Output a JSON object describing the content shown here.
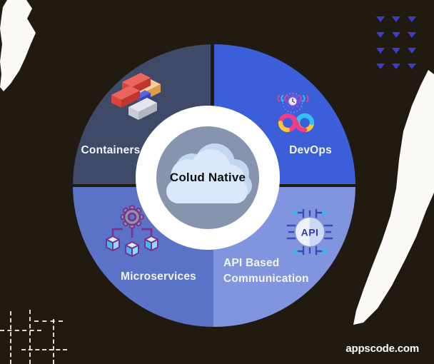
{
  "diagram": {
    "title": "Cloud Native wheel diagram",
    "hub": {
      "label": "Colud Native",
      "icon": "cloud-icon"
    },
    "quadrants": [
      {
        "id": "containers",
        "label": "Containers",
        "color": "#3e4a68",
        "icon": "shipping-containers-icon"
      },
      {
        "id": "devops",
        "label": "DevOps",
        "color": "#3a5fd8",
        "icon": "devops-infinity-gear-icon"
      },
      {
        "id": "microservices",
        "label": "Microservices",
        "color": "#5b73c6",
        "icon": "gear-cubes-network-icon"
      },
      {
        "id": "api",
        "label": "API Based Communication",
        "label_line1": "API Based",
        "label_line2": "Communication",
        "color": "#8195de",
        "icon": "api-chip-circuit-icon"
      }
    ],
    "api_icon_text": "API"
  },
  "footer": {
    "website": "appscode.com"
  },
  "colors": {
    "background": "#201a11",
    "hub_ring": "#ffffff",
    "hub_inner": "#8794ae",
    "cloud_front": "#dbe7fa",
    "cloud_back": "#c3d6f2",
    "label_text": "#f2f4fa",
    "center_text": "#0e0e10",
    "triangle_accent": "#3c3ccb",
    "torn_paper": "#fbfaf6",
    "dashed_lines": "#f2ecde"
  },
  "decorations": [
    "torn-paper-left",
    "torn-paper-right",
    "triangle-grid",
    "dashed-grid"
  ]
}
